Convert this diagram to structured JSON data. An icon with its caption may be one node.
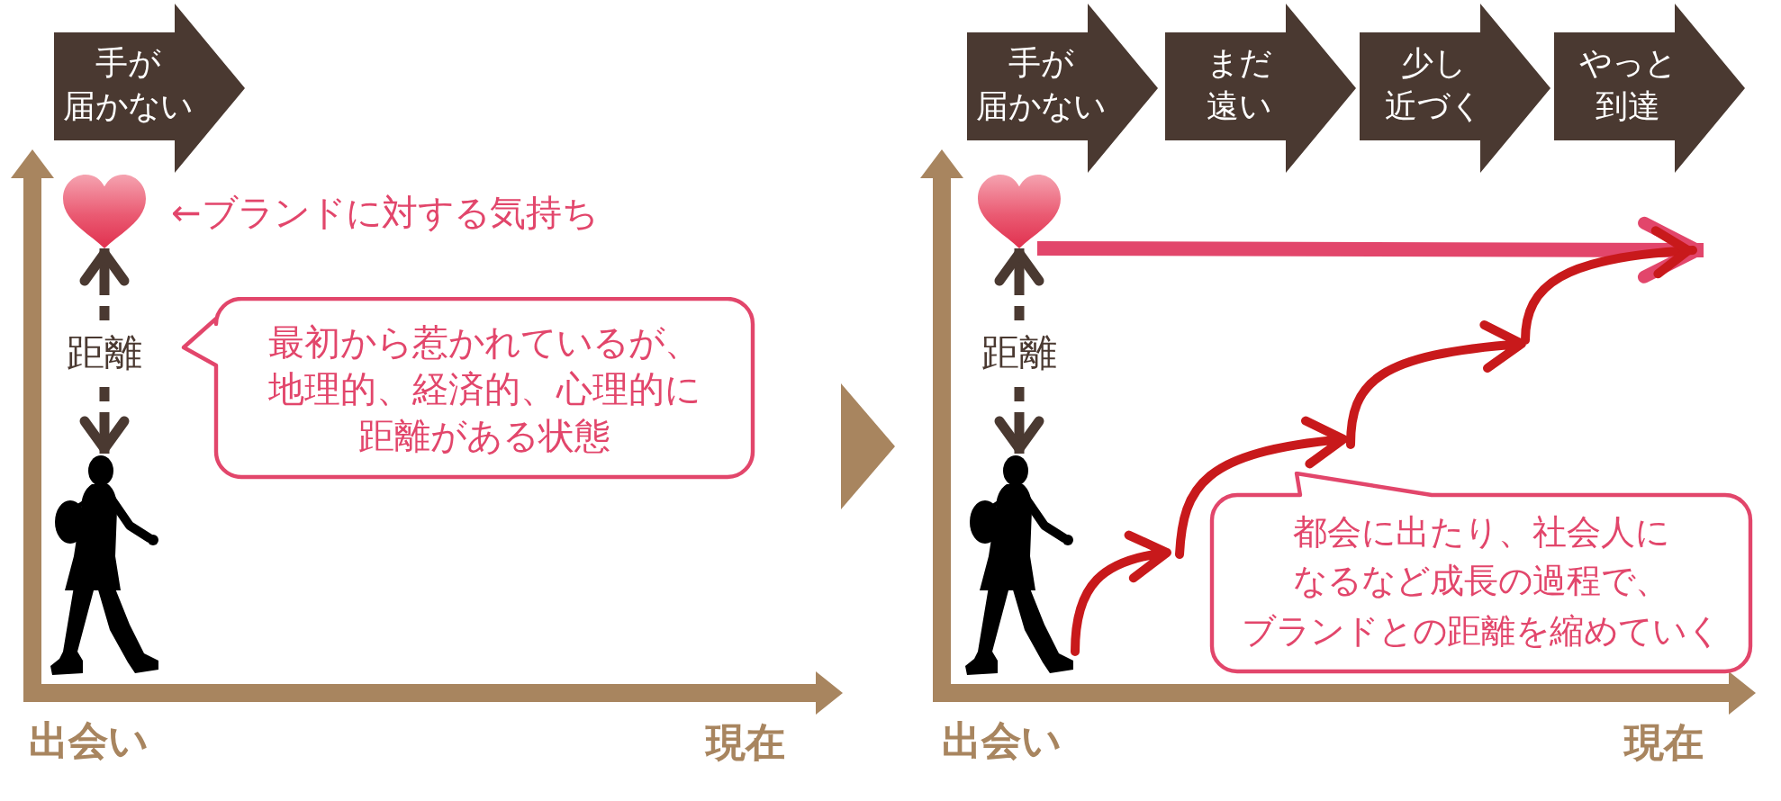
{
  "diagram": {
    "nodes": [
      {
        "text": [
          "手が届かない"
        ]
      },
      {
        "text": [],
        "shape": "heart",
        "beside": [
          "←ブランドに対する気持ち"
        ]
      },
      {
        "text": [
          "距離"
        ]
      },
      {
        "text": [],
        "shape": "person"
      },
      {
        "text": [
          "最初から惹かれているが、地理的、経済的、心理的に距離がある状態"
        ]
      },
      {
        "text": [
          "手が届かない"
        ]
      },
      {
        "text": [
          "まだ遠い"
        ]
      },
      {
        "text": [
          "少し近づく"
        ]
      },
      {
        "text": [
          "やっと到達"
        ]
      },
      {
        "text": [],
        "shape": "heart"
      },
      {
        "text": [
          "距離"
        ]
      },
      {
        "text": [],
        "shape": "person"
      },
      {
        "text": [
          "都会に出たり、社会人になるなど成長の過程で、ブランドとの距離を縮めていく"
        ]
      }
    ],
    "edges": [
      {
        "from": 2,
        "to": 1,
        "arrow": "to",
        "style": "dashed"
      },
      {
        "from": 2,
        "to": 3,
        "arrow": "to",
        "style": "dashed"
      },
      {
        "from": 9,
        "to": null,
        "arrow": "to",
        "color": "#e2466b"
      },
      {
        "from": 10,
        "to": 9,
        "arrow": "to",
        "style": "dashed"
      },
      {
        "from": 10,
        "to": 11,
        "arrow": "to",
        "style": "dashed"
      },
      {
        "from": 11,
        "to": null,
        "arrow": "to",
        "color": "#c8191b"
      }
    ],
    "labels": [
      "出会い",
      "現在",
      "出会い",
      "現在"
    ]
  }
}
